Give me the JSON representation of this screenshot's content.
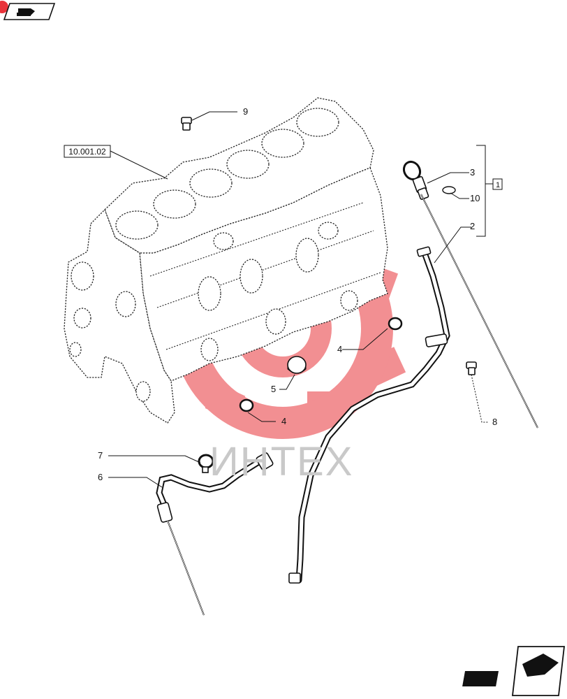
{
  "reference_label": "10.001.02",
  "callouts": [
    {
      "id": "c1",
      "label": "1"
    },
    {
      "id": "c2",
      "label": "2"
    },
    {
      "id": "c3",
      "label": "3"
    },
    {
      "id": "c4a",
      "label": "4"
    },
    {
      "id": "c4b",
      "label": "4"
    },
    {
      "id": "c5",
      "label": "5"
    },
    {
      "id": "c6",
      "label": "6"
    },
    {
      "id": "c7",
      "label": "7"
    },
    {
      "id": "c8",
      "label": "8"
    },
    {
      "id": "c9",
      "label": "9"
    },
    {
      "id": "c10",
      "label": "10"
    }
  ],
  "watermark": {
    "text": "ИНТЕХ",
    "color": "#e8333a"
  },
  "icons": {
    "top_left": "hand-pointer-icon",
    "bottom_right": "next-page-arrow-icon"
  }
}
